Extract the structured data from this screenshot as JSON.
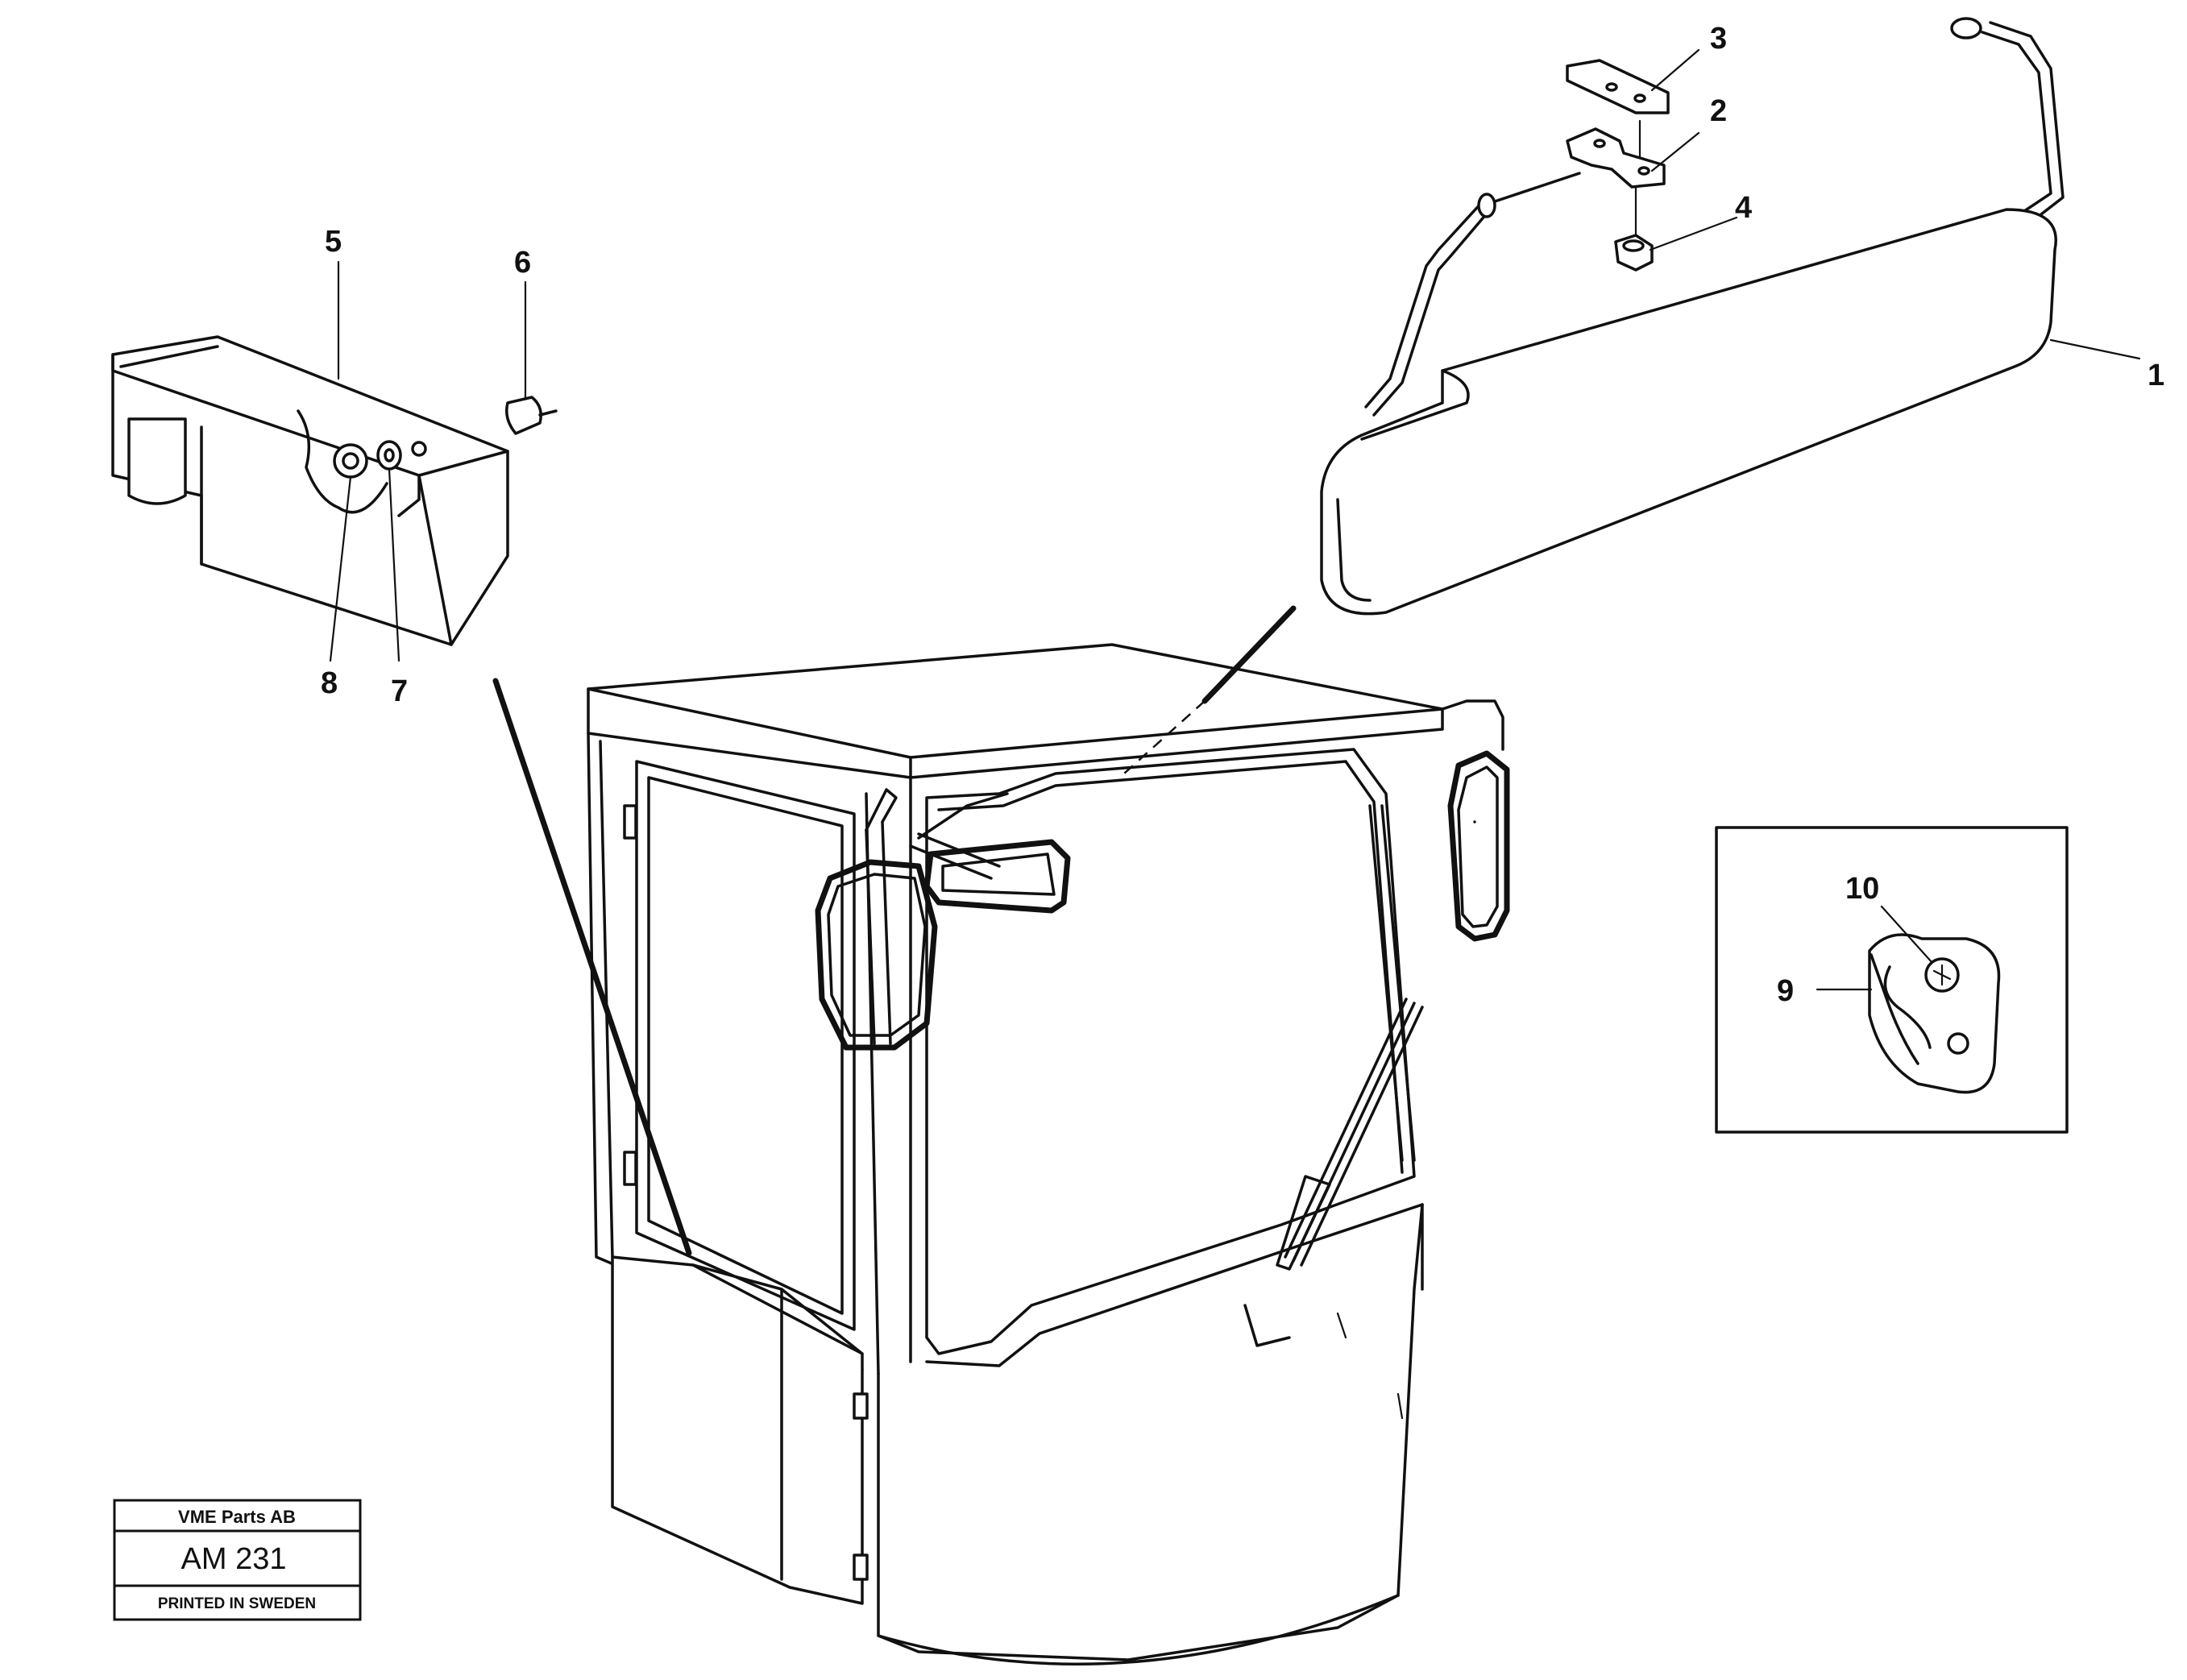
{
  "callouts": {
    "c1": "1",
    "c2": "2",
    "c3": "3",
    "c4": "4",
    "c5": "5",
    "c6": "6",
    "c7": "7",
    "c8": "8",
    "c9": "9",
    "c10": "10"
  },
  "title_block": {
    "company": "VME Parts AB",
    "code": "AM 231",
    "printed": "PRINTED IN SWEDEN"
  }
}
